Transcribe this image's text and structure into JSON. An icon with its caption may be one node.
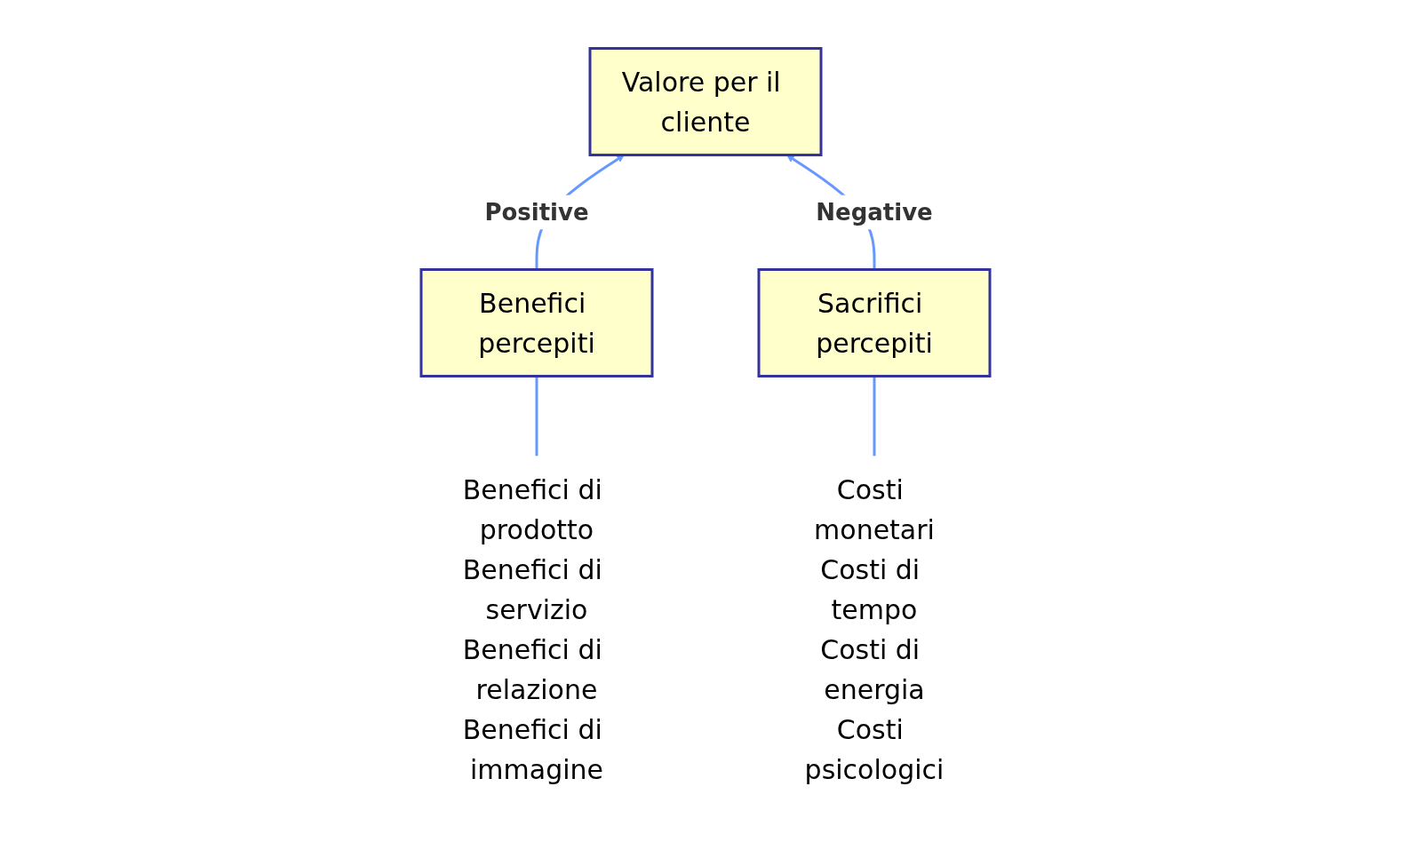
{
  "diagram": {
    "nodes": [
      {
        "text": [
          "Valore per il cliente"
        ]
      },
      {
        "text": [
          "Benefici percepiti"
        ]
      },
      {
        "text": [
          "Sacrifici percepiti"
        ]
      },
      {
        "text": [
          "Benefici di prodotto",
          "Benefici di servizio",
          "Benefici di relazione",
          "Benefici di immagine"
        ]
      },
      {
        "text": [
          "Costi monetari",
          "Costi di tempo",
          "Costi di energia",
          "Costi psicologici"
        ]
      }
    ],
    "edges": [
      {
        "from": 1,
        "to": 0,
        "arrow": "to",
        "label": "Positive"
      },
      {
        "from": 2,
        "to": 0,
        "arrow": "to",
        "label": "Negative"
      },
      {
        "from": 1,
        "to": 3,
        "arrow": "none"
      },
      {
        "from": 2,
        "to": 4,
        "arrow": "none"
      }
    ]
  }
}
